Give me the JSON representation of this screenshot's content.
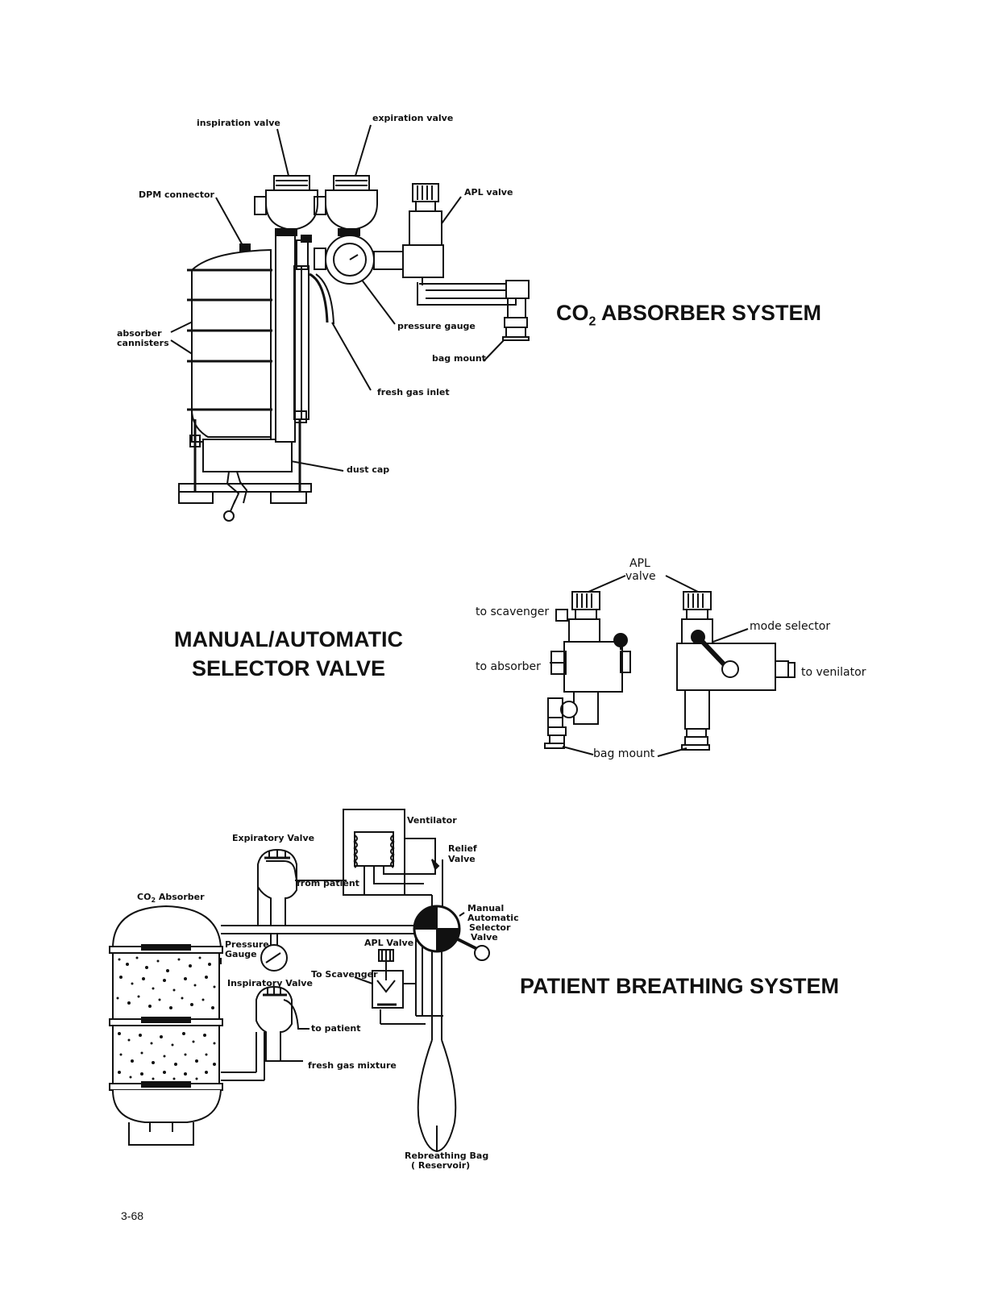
{
  "co2_absorber_figure": {
    "title_main": "CO",
    "title_sub": "2",
    "title_rest": " ABSORBER SYSTEM",
    "labels": {
      "inspiration_valve": "inspiration valve",
      "expiration_valve": "expiration valve",
      "dpm_connector": "DPM connector",
      "apl_valve": "APL valve",
      "absorber_cannisters": "absorber\ncannisters",
      "pressure_gauge": "pressure gauge",
      "bag_mount": "bag mount",
      "fresh_gas_inlet": "fresh gas inlet",
      "dust_cap": "dust cap"
    }
  },
  "selector_valve_figure": {
    "title_line1": "MANUAL/AUTOMATIC",
    "title_line2": "SELECTOR VALVE",
    "labels": {
      "apl": "APL",
      "valve": "valve",
      "to_scavenger": "to scavenger",
      "to_absorber": "to absorber",
      "mode_selector": "mode selector",
      "to_venilator": "to venilator",
      "bag_mount": "bag mount"
    }
  },
  "breathing_system_figure": {
    "title": "PATIENT BREATHING SYSTEM",
    "labels": {
      "ventilator": "Ventilator",
      "expiratory_valve": "Expiratory Valve",
      "relief": "Relief",
      "relief_valve": "Valve",
      "from_patient": "from patient",
      "co2_absorber_main": "CO",
      "co2_absorber_sub": "2",
      "co2_absorber_rest": " Absorber",
      "manual": "Manual",
      "automatic": "Automatic",
      "selector": "Selector",
      "valve": "Valve",
      "pressure": "Pressure",
      "gauge": "Gauge",
      "apl_valve": "APL Valve",
      "to_scavenger": "To Scavenger",
      "inspiratory_valve": "Inspiratory Valve",
      "to_patient": "to patient",
      "fresh_gas_mixture": "fresh gas mixture",
      "rebreathing_bag": "Rebreathing Bag",
      "reservoir": "( Reservoir)"
    }
  },
  "page_number": "3-68"
}
